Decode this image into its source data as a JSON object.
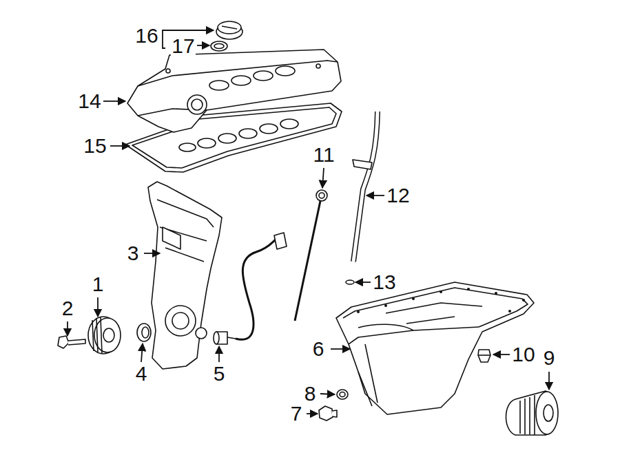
{
  "diagram": {
    "labels": [
      "16",
      "17",
      "14",
      "15",
      "11",
      "12",
      "3",
      "13",
      "1",
      "2",
      "6",
      "10",
      "9",
      "4",
      "5",
      "8",
      "7"
    ]
  }
}
